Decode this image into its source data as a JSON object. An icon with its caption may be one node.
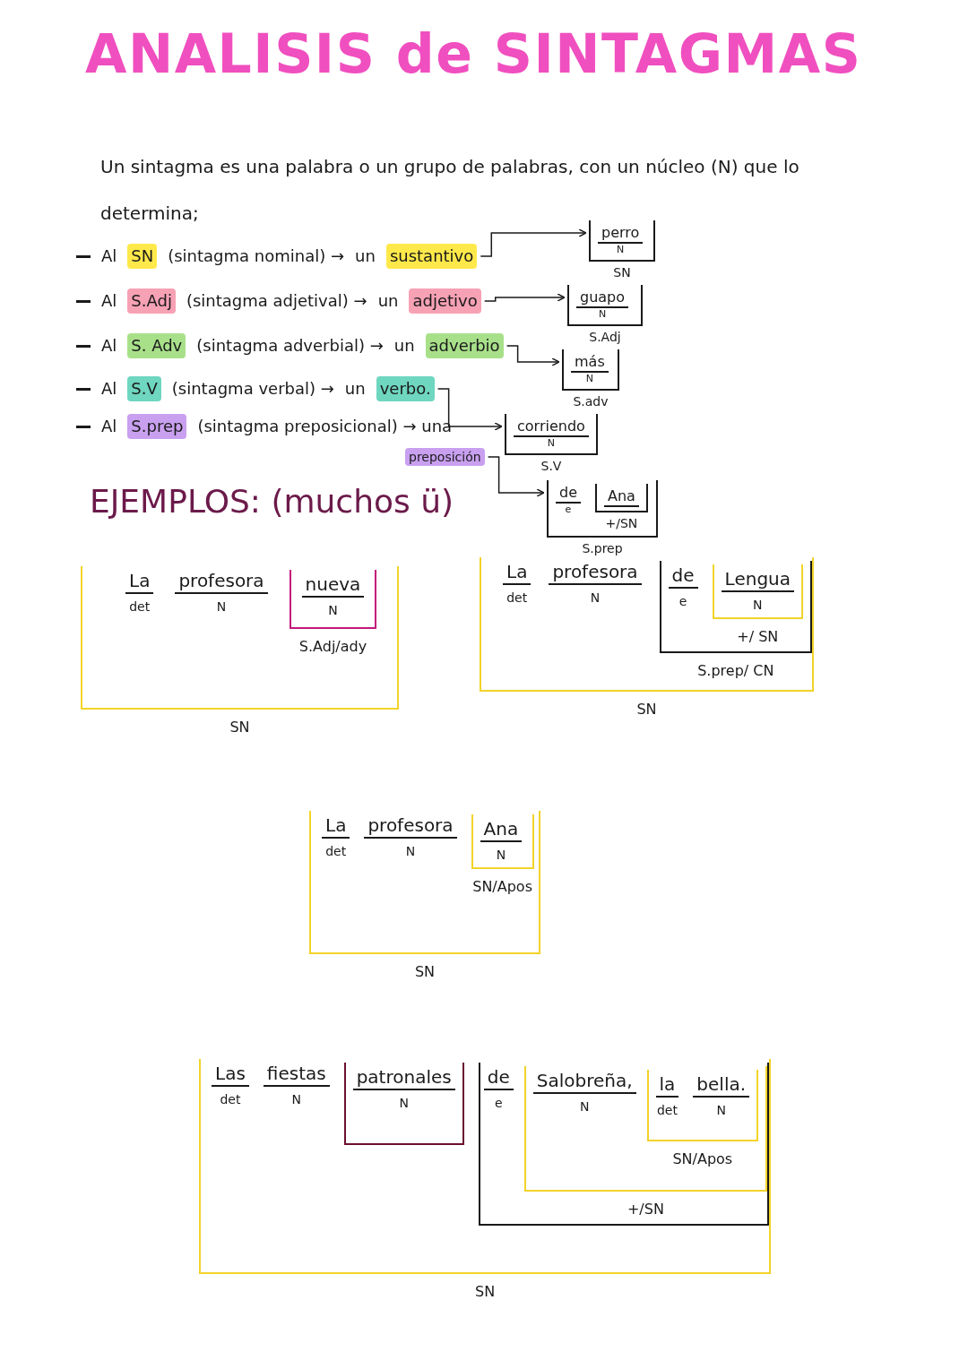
{
  "diagram": {
    "title": "ANALISIS de SINTAGMAS",
    "nodes": [
      {
        "text": [
          "SN"
        ]
      },
      {
        "text": [
          "sustantivo"
        ]
      },
      {
        "text": [
          "perro",
          "N",
          "SN"
        ]
      },
      {
        "text": [
          "S.Adj"
        ]
      },
      {
        "text": [
          "adjetivo"
        ]
      },
      {
        "text": [
          "guapo",
          "N",
          "S.Adj"
        ]
      },
      {
        "text": [
          "S. Adv"
        ]
      },
      {
        "text": [
          "adverbio"
        ]
      },
      {
        "text": [
          "más",
          "N",
          "S.adv"
        ]
      },
      {
        "text": [
          "S.V"
        ]
      },
      {
        "text": [
          "verbo."
        ]
      },
      {
        "text": [
          "corriendo",
          "N",
          "S.V"
        ]
      },
      {
        "text": [
          "S.prep"
        ]
      },
      {
        "text": [
          "preposición"
        ]
      },
      {
        "text": [
          "de",
          "e",
          "S.prep"
        ]
      },
      {
        "text": [
          "Ana",
          "+/SN"
        ],
        "in": 14
      },
      {
        "text": [
          "La",
          "det",
          "profesora",
          "N",
          "SN"
        ]
      },
      {
        "text": [
          "nueva",
          "N",
          "S.Adj/ady"
        ],
        "in": 16
      },
      {
        "text": [
          "La",
          "det",
          "profesora",
          "N",
          "SN"
        ]
      },
      {
        "text": [
          "de",
          "e",
          "S.prep/ CN"
        ],
        "in": 18
      },
      {
        "text": [
          "Lengua",
          "N",
          "+/ SN"
        ],
        "in": 19
      },
      {
        "text": [
          "La",
          "det",
          "profesora",
          "N",
          "SN"
        ]
      },
      {
        "text": [
          "Ana",
          "N",
          "SN/Apos"
        ],
        "in": 21
      },
      {
        "text": [
          "Las",
          "det",
          "fiestas",
          "N",
          "SN"
        ]
      },
      {
        "text": [
          "patronales",
          "N"
        ],
        "in": 23
      },
      {
        "text": [
          "de",
          "e"
        ],
        "in": 23
      },
      {
        "text": [
          "Salobreña,",
          "N",
          "+/SN"
        ],
        "in": 25
      },
      {
        "text": [
          "la",
          "det",
          "bella.",
          "N",
          "SN/Apos"
        ],
        "in": 26
      }
    ],
    "edges": [
      {
        "from": 1,
        "to": 2,
        "arrow": "to"
      },
      {
        "from": 4,
        "to": 5,
        "arrow": "to"
      },
      {
        "from": 7,
        "to": 8,
        "arrow": "to"
      },
      {
        "from": 10,
        "to": 11,
        "arrow": "to"
      },
      {
        "from": 13,
        "to": 14,
        "arrow": "to"
      }
    ],
    "labels": [
      "Un sintagma es una palabra o un grupo de palabras, con un núcleo (N) que lo determina;",
      "Al",
      "(sintagma nominal) →",
      "un",
      "Al",
      "(sintagma adjetival) →",
      "un",
      "Al",
      "(sintagma adverbial) →",
      "un",
      "Al",
      "(sintagma verbal) →",
      "un",
      "Al",
      "(sintagma preposicional) → una",
      "EJEMPLOS: (muchos ü)"
    ]
  }
}
